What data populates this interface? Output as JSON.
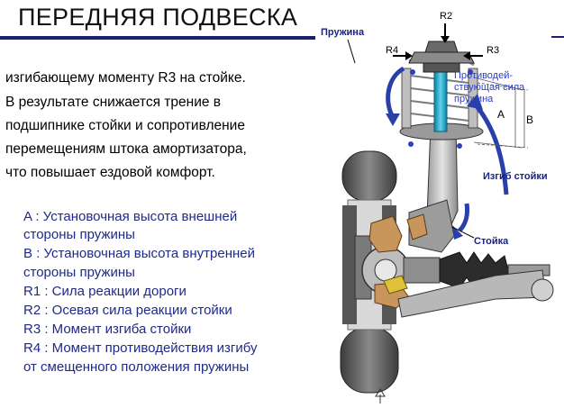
{
  "title": "ПЕРЕДНЯЯ ПОДВЕСКА",
  "paragraph": [
    "изгибающему моменту R3 на стойке.",
    "В результате снижается трение в",
    "подшипнике стойки и сопротивление",
    "перемещениям штока амортизатора,",
    "что повышает ездовой комфорт."
  ],
  "legend": [
    "A   : Установочная высота внешней",
    "        стороны пружины",
    "B   : Установочная высота внутренней",
    "        стороны пружины",
    "R1 : Сила реакции дороги",
    "R2 : Осевая сила реакции стойки",
    "R3 : Момент изгиба стойки",
    "R4 : Момент противодействия изгибу",
    "       от смещенного положения пружины"
  ],
  "labels": {
    "r2": "R2",
    "spring": "Пружина",
    "r4": "R4",
    "r3": "R3",
    "counter_force": [
      "Противодей-",
      "ствующая сила",
      "пружина"
    ],
    "a": "A",
    "b": "B",
    "strut_bend": "Изгиб стойки",
    "strut": "Стойка"
  },
  "colors": {
    "title_bar": "#1a1f6e",
    "legend_text": "#1e2a8a",
    "spring": "#1ba3c8",
    "arrow": "#2a3fa8",
    "knuckle": "#c8955a"
  }
}
